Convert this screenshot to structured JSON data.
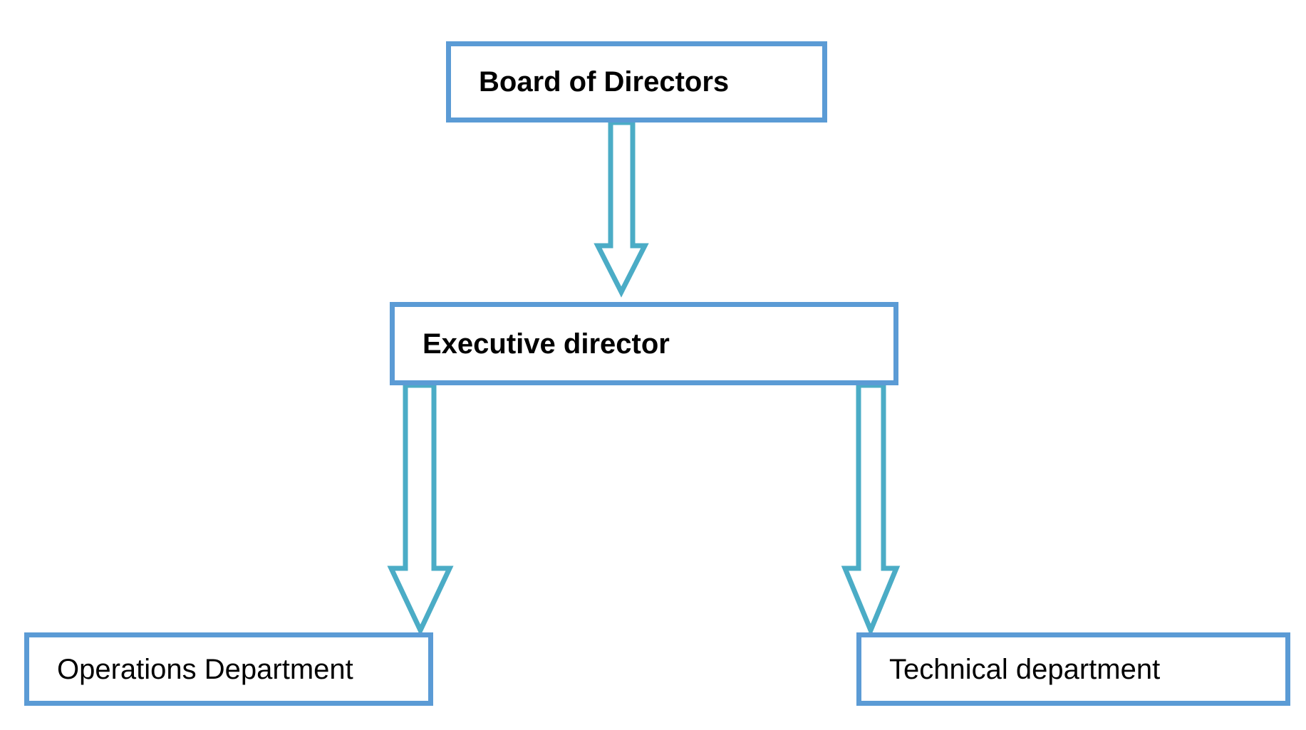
{
  "diagram": {
    "nodes": {
      "board": "Board of Directors",
      "executive": "Executive director",
      "operations": "Operations Department",
      "technical": "Technical department"
    },
    "edges": [
      {
        "from": "board",
        "to": "executive"
      },
      {
        "from": "executive",
        "to": "operations"
      },
      {
        "from": "executive",
        "to": "technical"
      }
    ],
    "colors": {
      "box_border": "#5b9bd5",
      "arrow_stroke": "#4bacc6",
      "background": "#ffffff",
      "text": "#000000"
    }
  }
}
